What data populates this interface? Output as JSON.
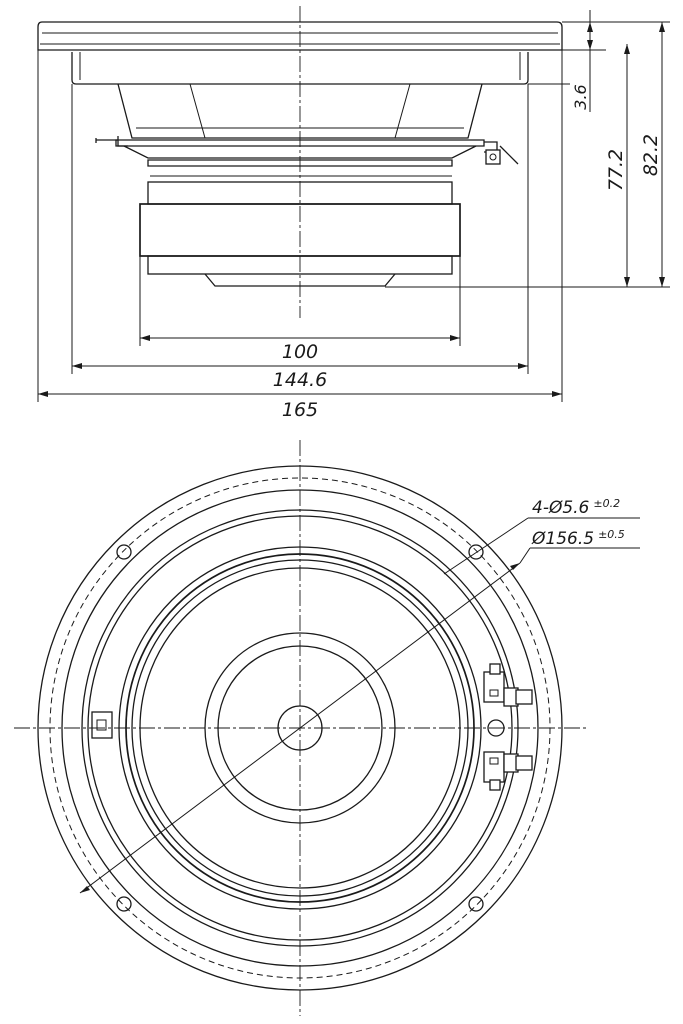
{
  "side_view": {
    "dims": {
      "width_100": "100",
      "width_144_6": "144.6",
      "width_165": "165",
      "height_3_6": "3.6",
      "height_77_2": "77.2",
      "height_82_2": "82.2"
    }
  },
  "front_view": {
    "dims": {
      "holes": "4-Ø5.6",
      "holes_tol": "±0.2",
      "cutout": "Ø156.5",
      "cutout_tol": "±0.5"
    }
  }
}
